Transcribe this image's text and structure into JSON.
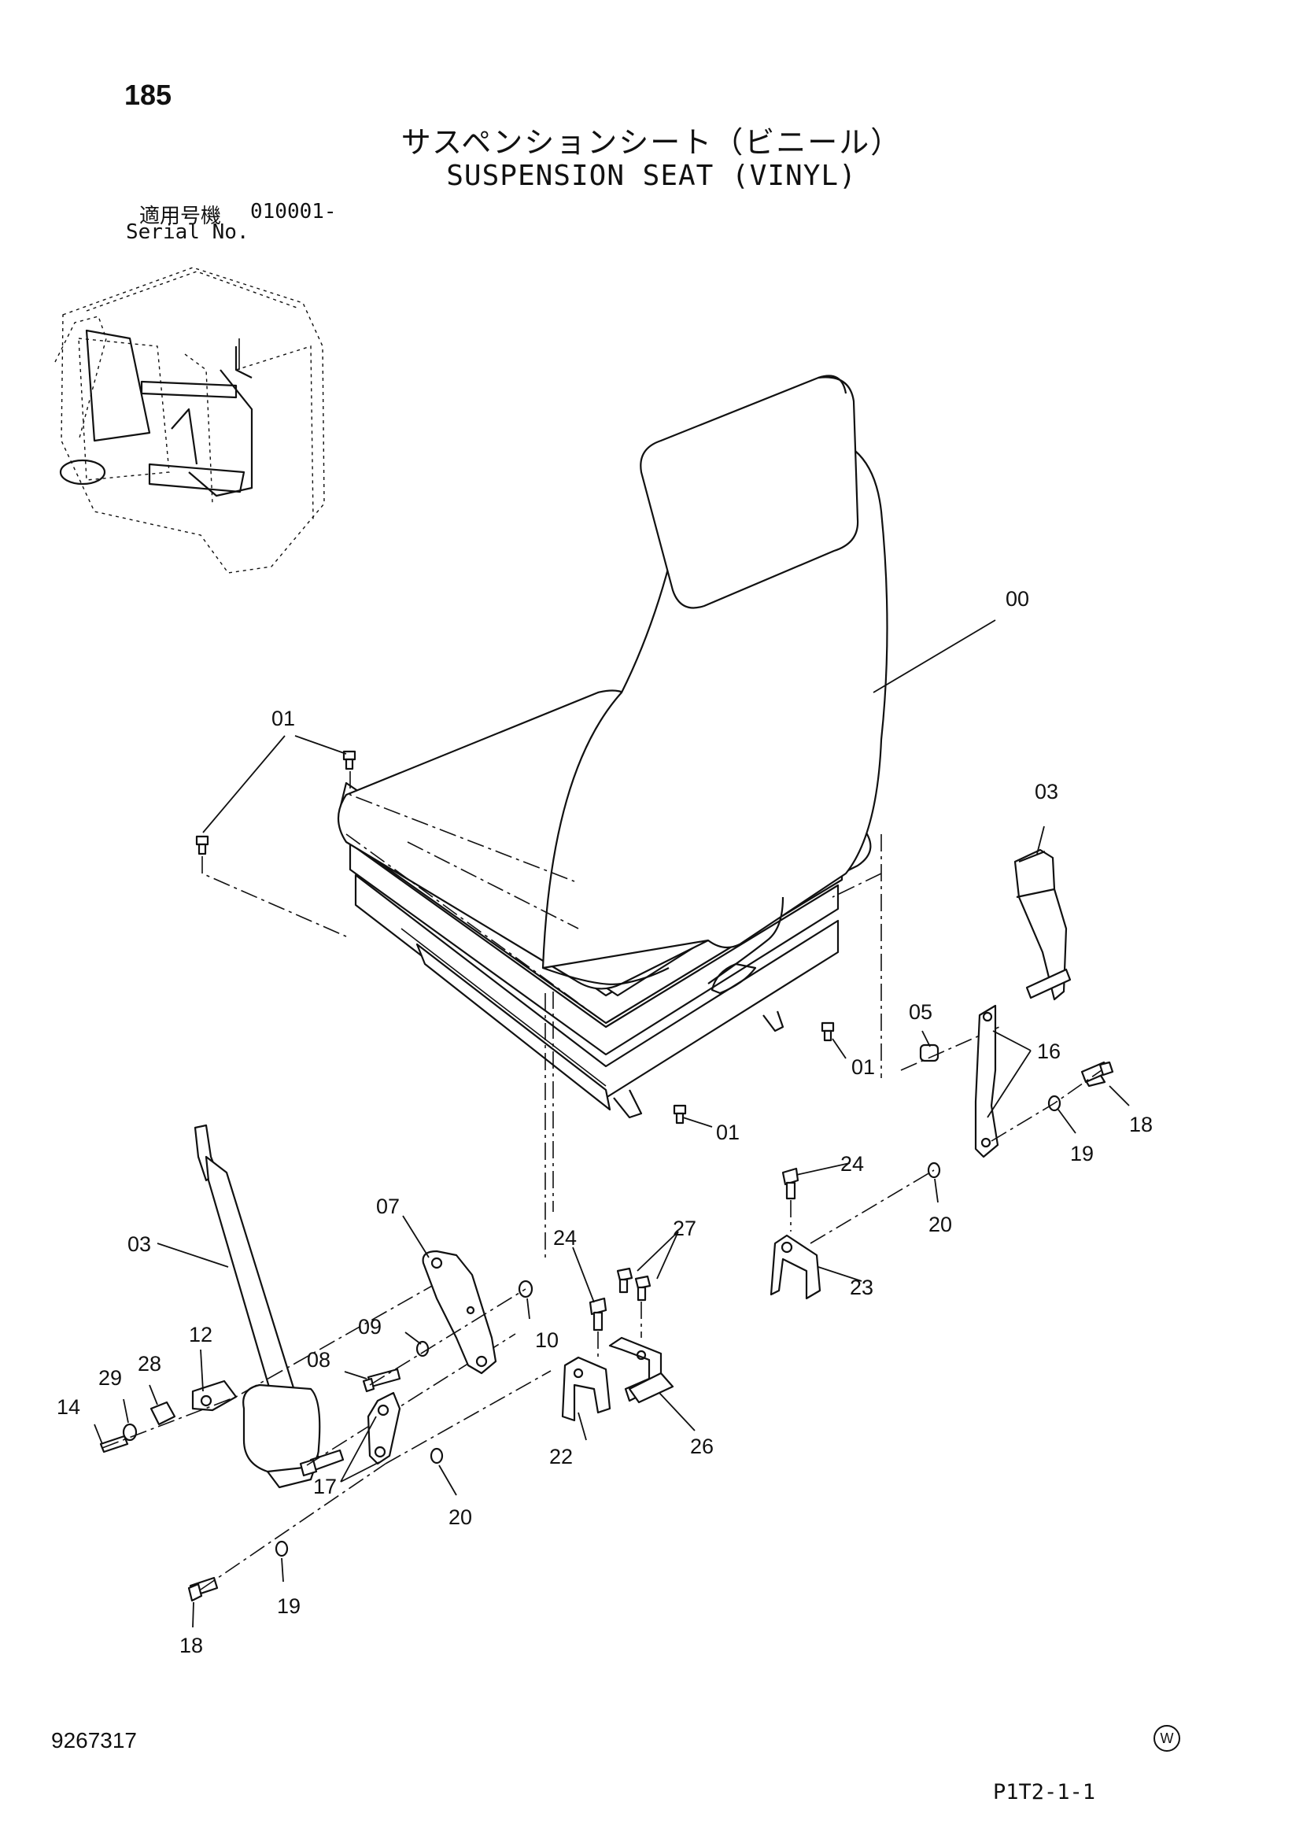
{
  "header": {
    "page_number": "185",
    "title_japanese": "サスペンションシート（ビニール）",
    "title_english": "SUSPENSION SEAT (VINYL)",
    "serial_label_japanese": "適用号機",
    "serial_value": "010001-",
    "serial_label_english": "Serial No."
  },
  "footer": {
    "document_number": "9267317",
    "mark": "W",
    "page_code": "P1T2-1-1"
  },
  "callouts": [
    {
      "id": "c-00",
      "text": "00"
    },
    {
      "id": "c-01a",
      "text": "01"
    },
    {
      "id": "c-01b",
      "text": "01"
    },
    {
      "id": "c-01c",
      "text": "01"
    },
    {
      "id": "c-03r",
      "text": "03"
    },
    {
      "id": "c-03l",
      "text": "03"
    },
    {
      "id": "c-05",
      "text": "05"
    },
    {
      "id": "c-07",
      "text": "07"
    },
    {
      "id": "c-08",
      "text": "08"
    },
    {
      "id": "c-09",
      "text": "09"
    },
    {
      "id": "c-10",
      "text": "10"
    },
    {
      "id": "c-12",
      "text": "12"
    },
    {
      "id": "c-14",
      "text": "14"
    },
    {
      "id": "c-16",
      "text": "16"
    },
    {
      "id": "c-17",
      "text": "17"
    },
    {
      "id": "c-18r",
      "text": "18"
    },
    {
      "id": "c-18l",
      "text": "18"
    },
    {
      "id": "c-19r",
      "text": "19"
    },
    {
      "id": "c-19l",
      "text": "19"
    },
    {
      "id": "c-20r",
      "text": "20"
    },
    {
      "id": "c-20l",
      "text": "20"
    },
    {
      "id": "c-22",
      "text": "22"
    },
    {
      "id": "c-23",
      "text": "23"
    },
    {
      "id": "c-24r",
      "text": "24"
    },
    {
      "id": "c-24l",
      "text": "24"
    },
    {
      "id": "c-26",
      "text": "26"
    },
    {
      "id": "c-27",
      "text": "27"
    },
    {
      "id": "c-28",
      "text": "28"
    },
    {
      "id": "c-29",
      "text": "29"
    }
  ]
}
